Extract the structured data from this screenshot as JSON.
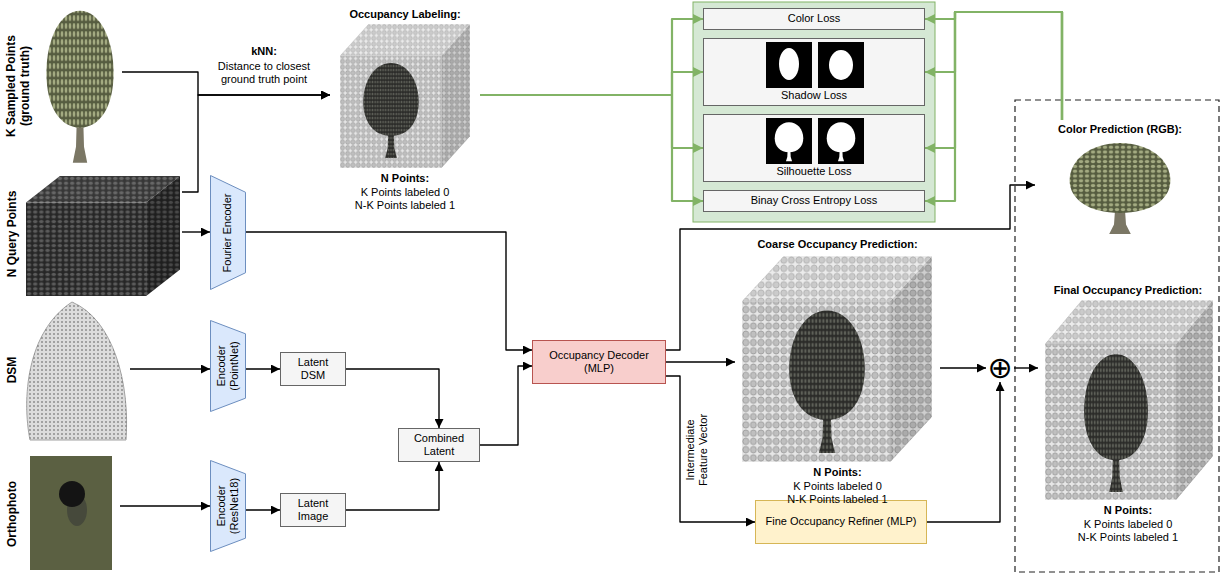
{
  "diagram": {
    "nodes": [
      {
        "text": [
          "K Sampled Points (ground truth)"
        ]
      },
      {
        "text": [
          "N Query Points"
        ]
      },
      {
        "text": [
          "DSM"
        ]
      },
      {
        "text": [
          "Orthophoto"
        ]
      },
      {
        "text": [
          "Occupancy Labeling:",
          "N Points:",
          "K Points labeled 0",
          "N-K Points labeled 1"
        ]
      },
      {
        "text": [
          "Color Loss"
        ]
      },
      {
        "text": [
          "Shadow Loss"
        ]
      },
      {
        "text": [
          "Silhouette Loss"
        ]
      },
      {
        "text": [
          "Binay Cross Entropy Loss"
        ]
      },
      {
        "text": [
          "Color Prediction (RGB):"
        ]
      },
      {
        "text": [
          "Fourier Encoder"
        ]
      },
      {
        "text": [
          "Encoder (PointNet)"
        ]
      },
      {
        "text": [
          "Latent DSM"
        ]
      },
      {
        "text": [
          "Encoder (ResNet18)"
        ]
      },
      {
        "text": [
          "Latent Image"
        ]
      },
      {
        "text": [
          "Combined Latent"
        ]
      },
      {
        "text": [
          "Occupancy Decoder (MLP)"
        ]
      },
      {
        "text": [
          "Coarse Occupancy Prediction:",
          "N Points:",
          "K Points labeled 0",
          "N-K Points labeled 1"
        ]
      },
      {
        "text": [
          "⊕"
        ]
      },
      {
        "text": [
          "Final Occupancy Prediction:",
          "N Points:",
          "K Points labeled 0",
          "N-K Points labeled 1"
        ]
      },
      {
        "text": [
          "Fine Occupancy Refiner (MLP)"
        ]
      }
    ],
    "edges": [
      {
        "from": 0,
        "to": 4,
        "arrow": "to",
        "label": "Distance to closest ground truth point"
      },
      {
        "from": 1,
        "to": 4,
        "arrow": "to"
      },
      {
        "from": 4,
        "to": 5,
        "arrow": "to"
      },
      {
        "from": 4,
        "to": 6,
        "arrow": "to"
      },
      {
        "from": 4,
        "to": 7,
        "arrow": "to"
      },
      {
        "from": 4,
        "to": 8,
        "arrow": "to"
      },
      {
        "from": 9,
        "to": 5,
        "arrow": "to"
      },
      {
        "from": 9,
        "to": 6,
        "arrow": "to"
      },
      {
        "from": 9,
        "to": 7,
        "arrow": "to"
      },
      {
        "from": 9,
        "to": 8,
        "arrow": "to"
      },
      {
        "from": 1,
        "to": 10,
        "arrow": "to"
      },
      {
        "from": 2,
        "to": 11,
        "arrow": "to"
      },
      {
        "from": 3,
        "to": 13,
        "arrow": "to"
      },
      {
        "from": 11,
        "to": 12,
        "arrow": "to"
      },
      {
        "from": 13,
        "to": 14,
        "arrow": "to"
      },
      {
        "from": 12,
        "to": 15,
        "arrow": "to"
      },
      {
        "from": 14,
        "to": 15,
        "arrow": "to"
      },
      {
        "from": 10,
        "to": 16,
        "arrow": "to"
      },
      {
        "from": 15,
        "to": 16,
        "arrow": "to"
      },
      {
        "from": 16,
        "to": 9,
        "arrow": "to"
      },
      {
        "from": 16,
        "to": 17,
        "arrow": "to"
      },
      {
        "from": 16,
        "to": 20,
        "arrow": "to",
        "label": "Intermediate Feature Vector"
      },
      {
        "from": 17,
        "to": 18,
        "arrow": "to"
      },
      {
        "from": 20,
        "to": 18,
        "arrow": "to"
      },
      {
        "from": 18,
        "to": 19,
        "arrow": "to"
      }
    ],
    "labels": [
      "kNN:"
    ]
  }
}
